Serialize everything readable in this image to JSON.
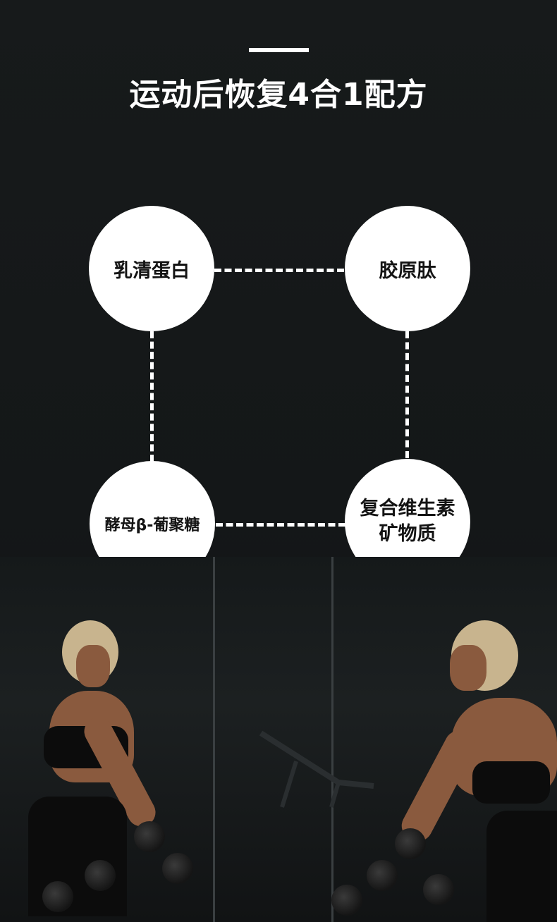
{
  "header": {
    "title": "运动后恢复4合1配方"
  },
  "formula": {
    "items": [
      {
        "label": "乳清蛋白"
      },
      {
        "label": "胶原肽"
      },
      {
        "label": "酵母β-葡聚糖"
      },
      {
        "label_line1": "复合维生素",
        "label_line2": "矿物质"
      }
    ]
  },
  "colors": {
    "background": "#141718",
    "accent": "#ffffff",
    "circle_text": "#141414"
  }
}
